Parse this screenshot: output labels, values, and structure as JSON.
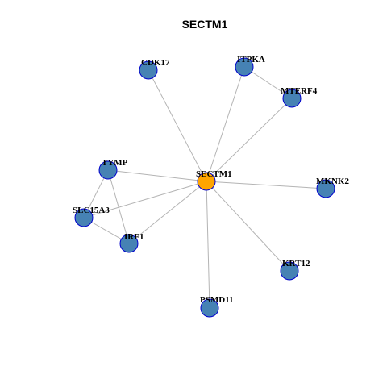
{
  "title": "SECTM1",
  "colors": {
    "hub_fill": "#FFA500",
    "node_fill": "#4682B4",
    "node_stroke": "#0000CD",
    "edge": "#B4B4B4"
  },
  "nodes": [
    {
      "id": "SECTM1",
      "label": "SECTM1",
      "type": "hub"
    },
    {
      "id": "CDK17",
      "label": "CDK17",
      "type": "neighbor"
    },
    {
      "id": "ITPKA",
      "label": "ITPKA",
      "type": "neighbor"
    },
    {
      "id": "MTERF4",
      "label": "MTERF4",
      "type": "neighbor"
    },
    {
      "id": "TYMP",
      "label": "TYMP",
      "type": "neighbor"
    },
    {
      "id": "MKNK2",
      "label": "MKNK2",
      "type": "neighbor"
    },
    {
      "id": "SLC15A3",
      "label": "SLC15A3",
      "type": "neighbor"
    },
    {
      "id": "IRF1",
      "label": "IRF1",
      "type": "neighbor"
    },
    {
      "id": "KRT12",
      "label": "KRT12",
      "type": "neighbor"
    },
    {
      "id": "PSMD11",
      "label": "PSMD11",
      "type": "neighbor"
    }
  ],
  "edges": [
    [
      "SECTM1",
      "CDK17"
    ],
    [
      "SECTM1",
      "ITPKA"
    ],
    [
      "SECTM1",
      "MTERF4"
    ],
    [
      "ITPKA",
      "MTERF4"
    ],
    [
      "SECTM1",
      "TYMP"
    ],
    [
      "SECTM1",
      "MKNK2"
    ],
    [
      "SECTM1",
      "SLC15A3"
    ],
    [
      "SECTM1",
      "IRF1"
    ],
    [
      "SECTM1",
      "KRT12"
    ],
    [
      "SECTM1",
      "PSMD11"
    ],
    [
      "TYMP",
      "SLC15A3"
    ],
    [
      "TYMP",
      "IRF1"
    ],
    [
      "SLC15A3",
      "IRF1"
    ]
  ]
}
